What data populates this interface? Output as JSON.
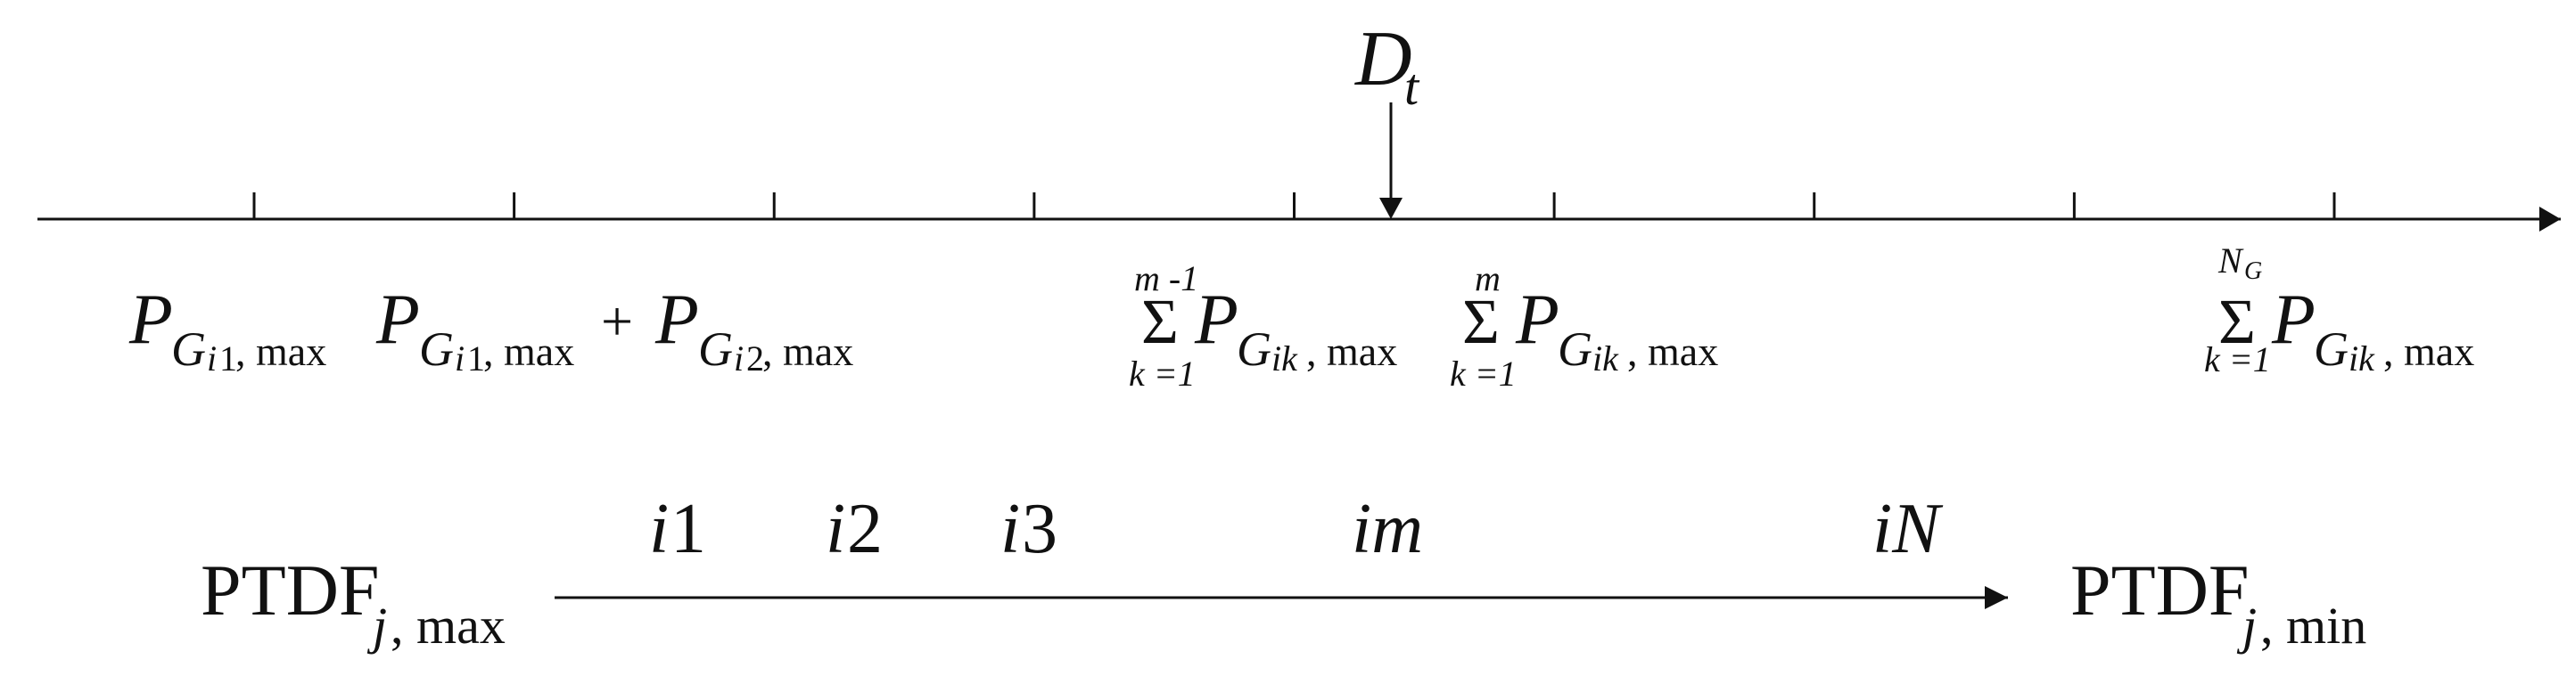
{
  "marker": {
    "base": "D",
    "sub": "t"
  },
  "axis": {
    "tick_count": 9
  },
  "axis_labels": [
    {
      "id": "pg1",
      "P": "P",
      "G": "G",
      "i": "i",
      "n": "1",
      "tail": ", max"
    },
    {
      "id": "pg1b",
      "P": "P",
      "G": "G",
      "i": "i",
      "n": "1",
      "tail": ", max",
      "plus": "+"
    },
    {
      "id": "pg2",
      "P": "P",
      "G": "G",
      "i": "i",
      "n": "2",
      "tail": ", max"
    },
    {
      "id": "sum-m1",
      "sigma": "Σ",
      "top": "m -1",
      "bottom": "k =1",
      "P": "P",
      "G": "G",
      "ik": "ik",
      "tail": ", max"
    },
    {
      "id": "sum-m",
      "sigma": "Σ",
      "top": "m",
      "bottom": "k =1",
      "P": "P",
      "G": "G",
      "ik": "ik",
      "tail": ", max"
    },
    {
      "id": "sum-ng",
      "sigma": "Σ",
      "top_base": "N",
      "top_sub": "G",
      "bottom": "k =1",
      "P": "P",
      "G": "G",
      "ik": "ik",
      "tail": ", max"
    }
  ],
  "order_labels": {
    "i1": {
      "i": "i",
      "n": "1"
    },
    "i2": {
      "i": "i",
      "n": "2"
    },
    "i3": {
      "i": "i",
      "n": "3"
    },
    "im": "im",
    "iN": "iN"
  },
  "ptdf": {
    "left": {
      "base": "PTDF",
      "j": "j",
      "tail": ", max"
    },
    "right": {
      "base": "PTDF",
      "j": "j",
      "tail": ", min"
    }
  }
}
